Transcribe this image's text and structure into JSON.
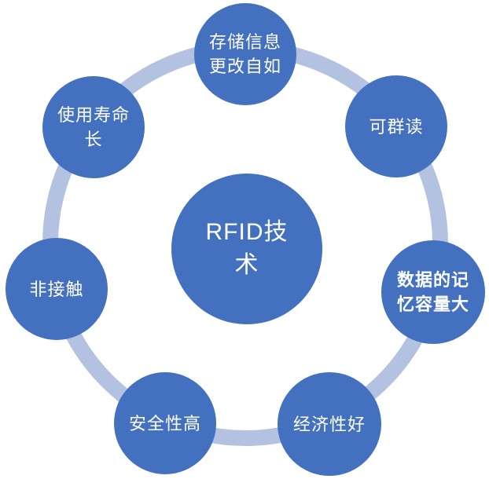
{
  "diagram": {
    "center": {
      "label": "RFID技术",
      "lines": [
        "RFID技",
        "术"
      ]
    },
    "satellites": [
      {
        "label": "存储信息更改自如",
        "lines": [
          "存储信息",
          "更改自如"
        ],
        "position": "top"
      },
      {
        "label": "可群读",
        "lines": [
          "可群读"
        ],
        "position": "top-right"
      },
      {
        "label": "数据的记忆容量大",
        "lines": [
          "数据的记",
          "忆容量大"
        ],
        "position": "right"
      },
      {
        "label": "经济性好",
        "lines": [
          "经济性好"
        ],
        "position": "bottom-right"
      },
      {
        "label": "安全性高",
        "lines": [
          "安全性高"
        ],
        "position": "bottom-left"
      },
      {
        "label": "非接触",
        "lines": [
          "非接触"
        ],
        "position": "left"
      },
      {
        "label": "使用寿命长",
        "lines": [
          "使用寿命",
          "长"
        ],
        "position": "top-left"
      }
    ],
    "colors": {
      "node_fill": "#4471bf",
      "ring": "#b4c2e2",
      "text": "#ffffff",
      "background": "#ffffff"
    }
  }
}
